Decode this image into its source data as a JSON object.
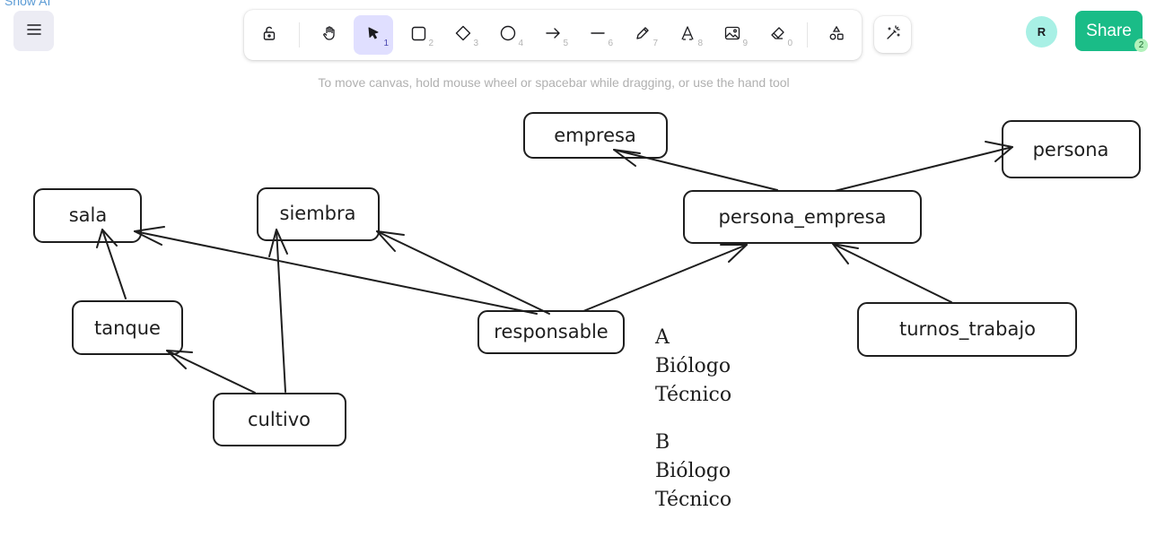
{
  "header": {
    "show_ai": "Show AI",
    "avatar_initial": "R",
    "share_label": "Share",
    "collaborators_count": "2"
  },
  "toolbar": {
    "tools": [
      {
        "name": "lock",
        "key": ""
      },
      {
        "name": "hand",
        "key": ""
      },
      {
        "name": "selection",
        "key": "1",
        "active": true
      },
      {
        "name": "rectangle",
        "key": "2"
      },
      {
        "name": "diamond",
        "key": "3"
      },
      {
        "name": "ellipse",
        "key": "4"
      },
      {
        "name": "arrow",
        "key": "5"
      },
      {
        "name": "line",
        "key": "6"
      },
      {
        "name": "draw",
        "key": "7"
      },
      {
        "name": "text",
        "key": "8"
      },
      {
        "name": "image",
        "key": "9"
      },
      {
        "name": "eraser",
        "key": "0"
      },
      {
        "name": "more-shapes",
        "key": ""
      }
    ]
  },
  "hint": "To move canvas, hold mouse wheel or spacebar while dragging, or use the hand tool",
  "canvas": {
    "nodes": {
      "empresa": "empresa",
      "persona": "persona",
      "sala": "sala",
      "siembra": "siembra",
      "persona_empresa": "persona_empresa",
      "tanque": "tanque",
      "responsable": "responsable",
      "turnos_trabajo": "turnos_trabajo",
      "cultivo": "cultivo"
    },
    "note_a": [
      "A",
      "Biólogo",
      "Técnico"
    ],
    "note_b": [
      "B",
      "Biólogo",
      "Técnico"
    ]
  }
}
